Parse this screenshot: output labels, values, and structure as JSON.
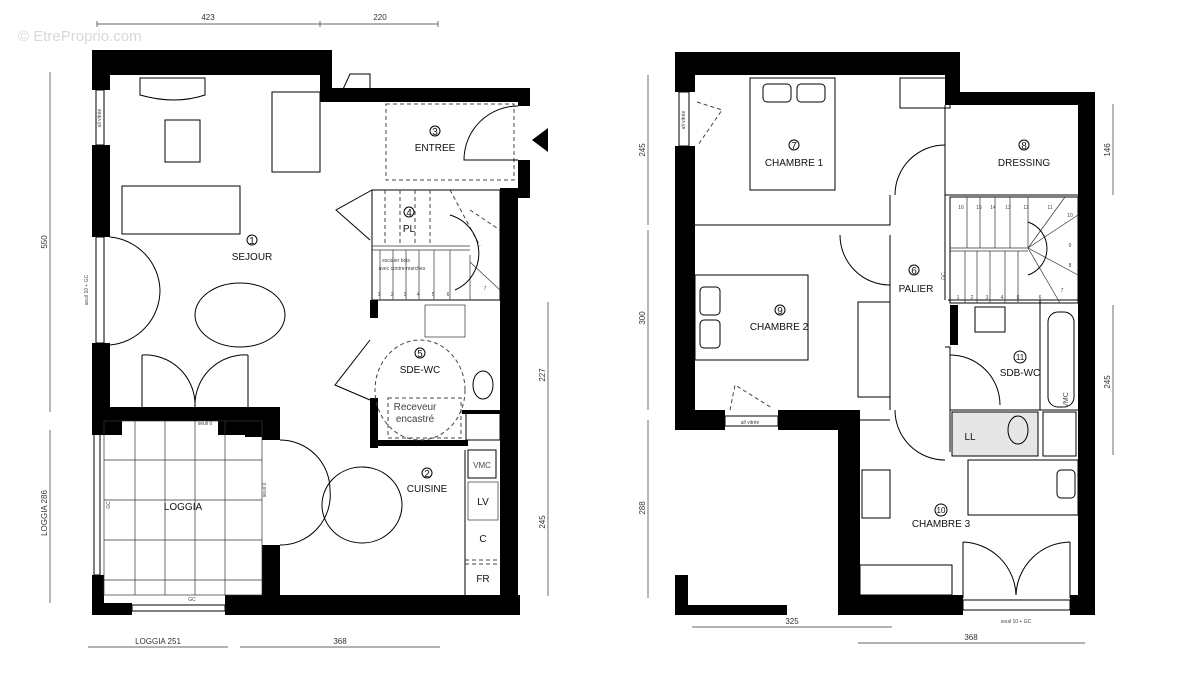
{
  "watermark": "© EtreProprio.com",
  "ground_floor": {
    "rooms": [
      {
        "num": "1",
        "name": "SEJOUR"
      },
      {
        "num": "2",
        "name": "CUISINE"
      },
      {
        "num": "3",
        "name": "ENTREE"
      },
      {
        "num": "4",
        "name": "PL"
      },
      {
        "num": "5",
        "name": "SDE-WC"
      },
      {
        "num": "",
        "name": "LOGGIA"
      }
    ],
    "dimensions": {
      "top_left": "423",
      "top_right": "220",
      "left": "550",
      "left_loggia": "LOGGIA 286",
      "right_top": "227",
      "right_bottom": "245",
      "bottom_loggia": "LOGGIA 251",
      "bottom_right": "368"
    },
    "annotations": {
      "window_left": "all vitrée",
      "door_left": "seuil 10 + GC",
      "loggia_threshold": "seuil 0",
      "loggia_side": "seuil 0",
      "gc_left": "GC",
      "gc_bottom": "GC",
      "stair_note_1": "escalier bois",
      "stair_note_2": "avec contre-marches",
      "shower_1": "Receveur",
      "shower_2": "encastré",
      "vmc": "VMC",
      "lv": "LV",
      "c": "C",
      "fr": "FR"
    },
    "stair_steps": [
      "1",
      "2",
      "3",
      "4",
      "5",
      "6",
      "7"
    ]
  },
  "first_floor": {
    "rooms": [
      {
        "num": "6",
        "name": "PALIER"
      },
      {
        "num": "7",
        "name": "CHAMBRE 1"
      },
      {
        "num": "8",
        "name": "DRESSING"
      },
      {
        "num": "9",
        "name": "CHAMBRE 2"
      },
      {
        "num": "10",
        "name": "CHAMBRE 3"
      },
      {
        "num": "11",
        "name": "SDB-WC"
      }
    ],
    "dimensions": {
      "left_top": "245",
      "left_mid": "300",
      "left_bottom": "288",
      "right_top": "146",
      "right_bottom": "245",
      "bottom_left": "325",
      "bottom_right": "368"
    },
    "annotations": {
      "window_left": "all vitrée",
      "window_bottom": "all vitrée",
      "door_bottom": "seuil 10 + GC",
      "ll": "LL",
      "vmc": "VMC",
      "gc": "GC"
    },
    "stair_steps": [
      "1",
      "2",
      "3",
      "4",
      "5",
      "6",
      "7",
      "8",
      "9",
      "10",
      "11",
      "12",
      "13",
      "14",
      "15",
      "16"
    ]
  }
}
